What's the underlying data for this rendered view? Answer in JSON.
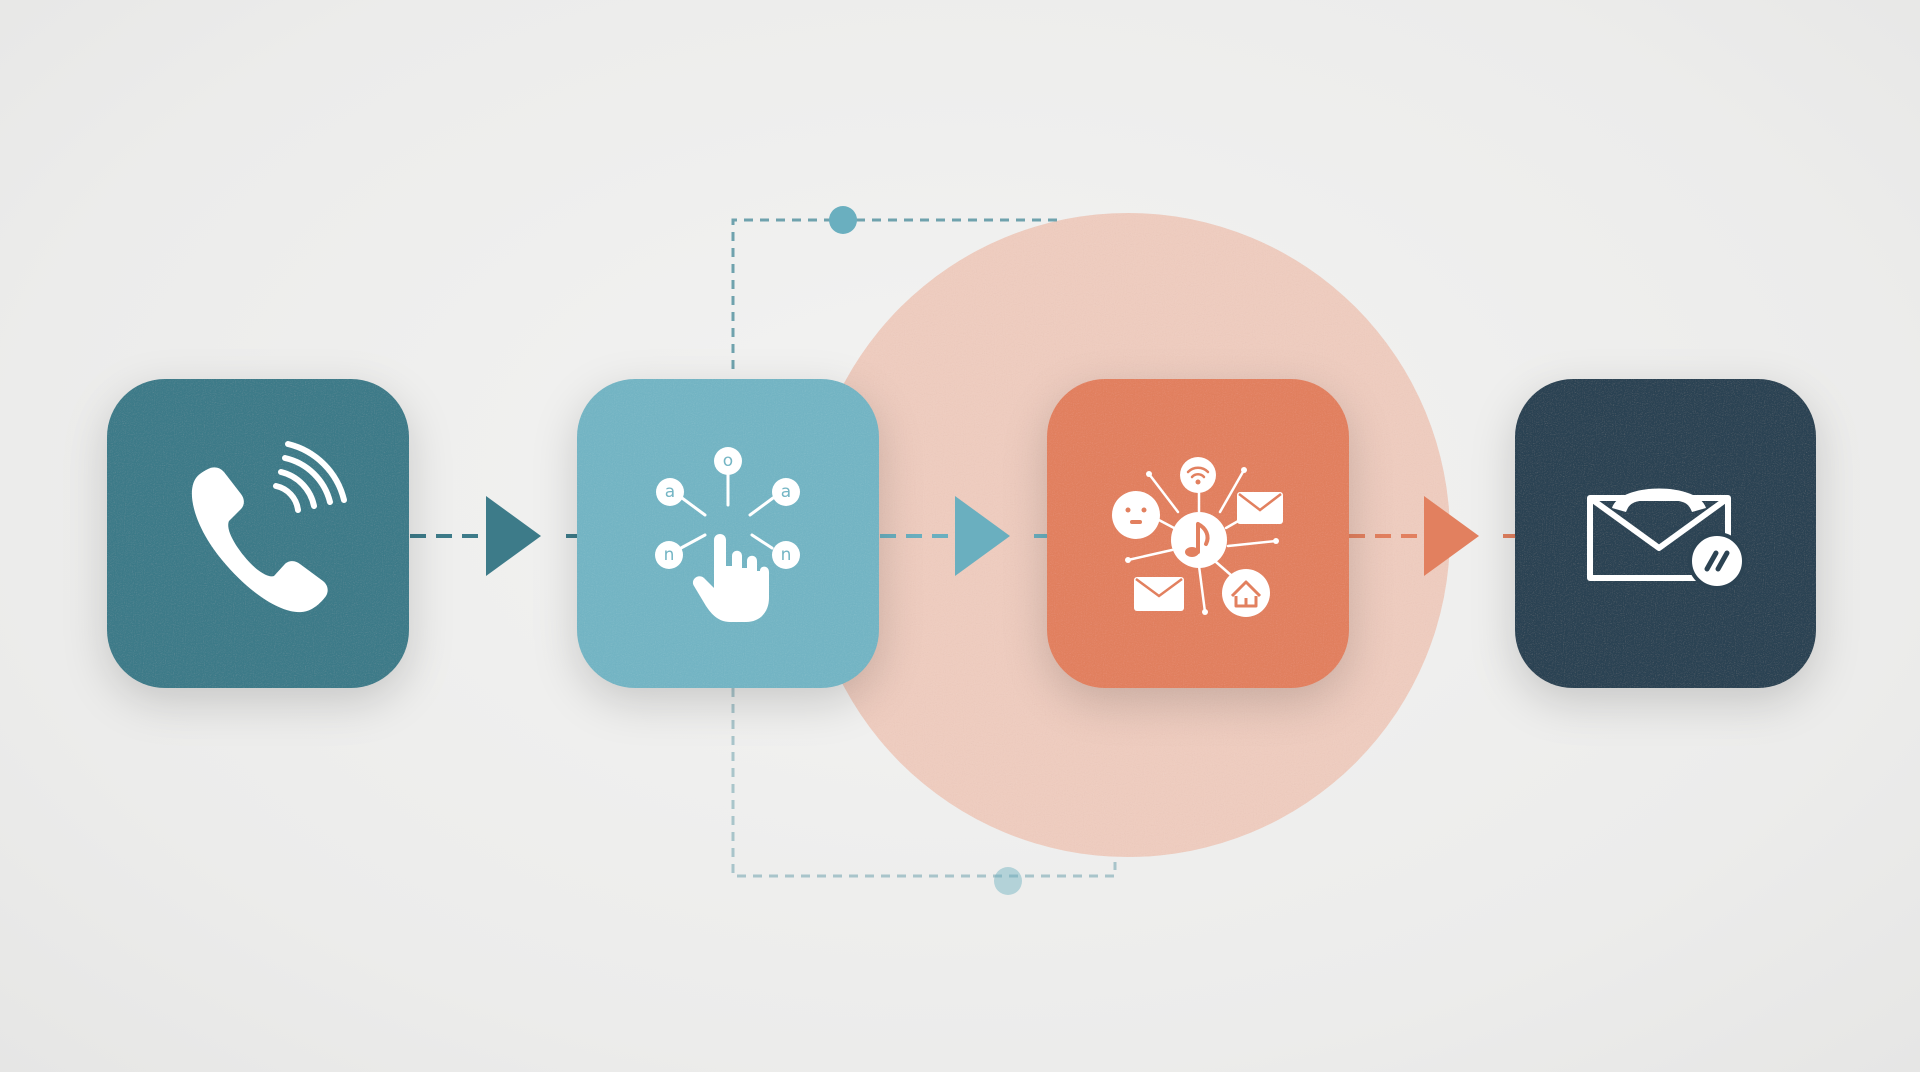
{
  "diagram": {
    "colors": {
      "background": "#ededec",
      "step1": "#3d7b89",
      "step2": "#74b5c4",
      "step3": "#e2805f",
      "step4": "#2c4353",
      "highlight_circle": "#eeccbf",
      "connector_teal": "#3d7b89",
      "connector_light": "#6aafbf",
      "connector_coral": "#e2805f",
      "bracket": "#6fa2ad",
      "icon": "#ffffff"
    },
    "steps": [
      {
        "id": "step-1",
        "icon": "phone-ringing-icon"
      },
      {
        "id": "step-2",
        "icon": "tap-hand-with-options-icon",
        "node_letters": [
          "o",
          "a",
          "a",
          "n",
          "n"
        ]
      },
      {
        "id": "step-3",
        "icon": "music-hub-network-icon"
      },
      {
        "id": "step-4",
        "icon": "envelope-with-phone-icon"
      }
    ],
    "connectors": [
      {
        "from": "step-1",
        "to": "step-2",
        "color_key": "connector_teal"
      },
      {
        "from": "step-2",
        "to": "step-3",
        "color_key": "connector_light"
      },
      {
        "from": "step-3",
        "to": "step-4",
        "color_key": "connector_coral"
      }
    ]
  }
}
